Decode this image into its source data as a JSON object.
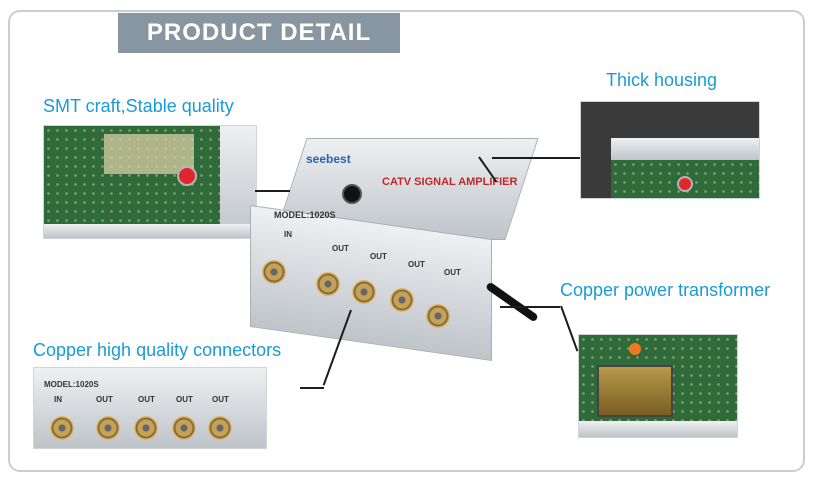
{
  "banner": {
    "title": "PRODUCT DETAIL"
  },
  "labels": {
    "smt": "SMT craft,Stable quality",
    "thick": "Thick housing",
    "transformer": "Copper power transformer",
    "connectors": "Copper high quality connectors"
  },
  "device": {
    "brand": "seebest",
    "model": "MODEL:1020S",
    "title": "CATV SIGNAL AMPLIFIER",
    "in_label": "IN",
    "out_label": "OUT"
  },
  "closeup": {
    "model": "MODEL:1020S",
    "in_label": "IN",
    "out_label": "OUT"
  },
  "colors": {
    "accent": "#1a9ad6",
    "banner_bg": "#8896a2",
    "pcb_green": "#2f6a3a",
    "button_red": "#e0282c"
  }
}
